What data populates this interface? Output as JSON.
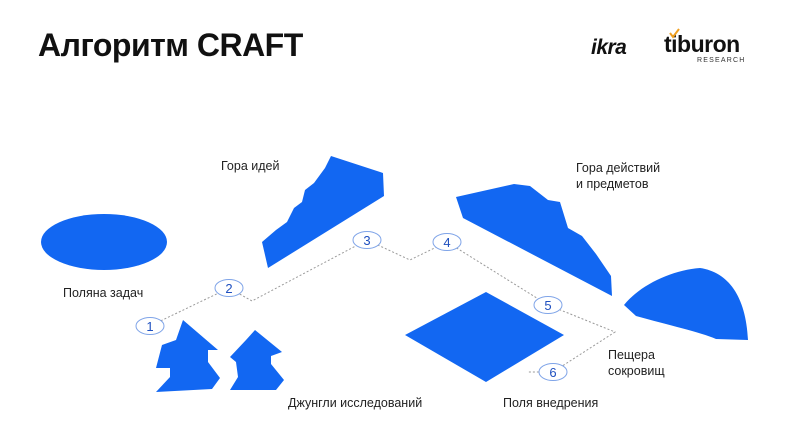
{
  "title": "Алгоритм CRAFT",
  "logos": {
    "ikra": "ikra",
    "tiburon": "tiburon",
    "research": "RESEARCH"
  },
  "labels": {
    "meadow": "Поляна задач",
    "mountain_ideas": "Гора идей",
    "mountain_actions_line1": "Гора действий",
    "mountain_actions_line2": "и предметов",
    "jungle": "Джунгли исследований",
    "fields": "Поля внедрения",
    "cave_line1": "Пещера",
    "cave_line2": "сокровищ"
  },
  "steps": [
    "1",
    "2",
    "3",
    "4",
    "5",
    "6"
  ],
  "colors": {
    "shape_blue": "#1267f2",
    "path_gray": "#9a9a9a",
    "step_text": "#1e4fbf"
  }
}
